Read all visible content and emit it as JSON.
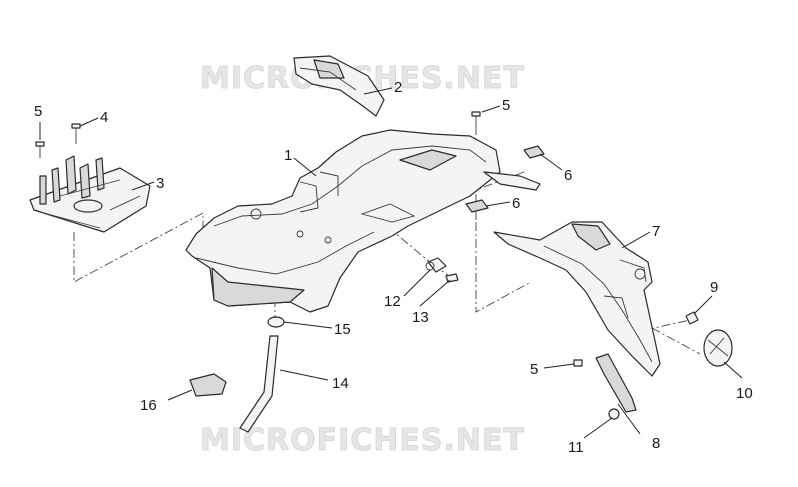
{
  "watermark": "MICROFICHES.NET",
  "callouts": {
    "c1": "1",
    "c2": "2",
    "c3": "3",
    "c4": "4",
    "c5a": "5",
    "c5b": "5",
    "c5c": "5",
    "c6a": "6",
    "c6b": "6",
    "c7": "7",
    "c8": "8",
    "c9": "9",
    "c10": "10",
    "c11": "11",
    "c12": "12",
    "c13": "13",
    "c14": "14",
    "c15": "15",
    "c16": "16"
  }
}
